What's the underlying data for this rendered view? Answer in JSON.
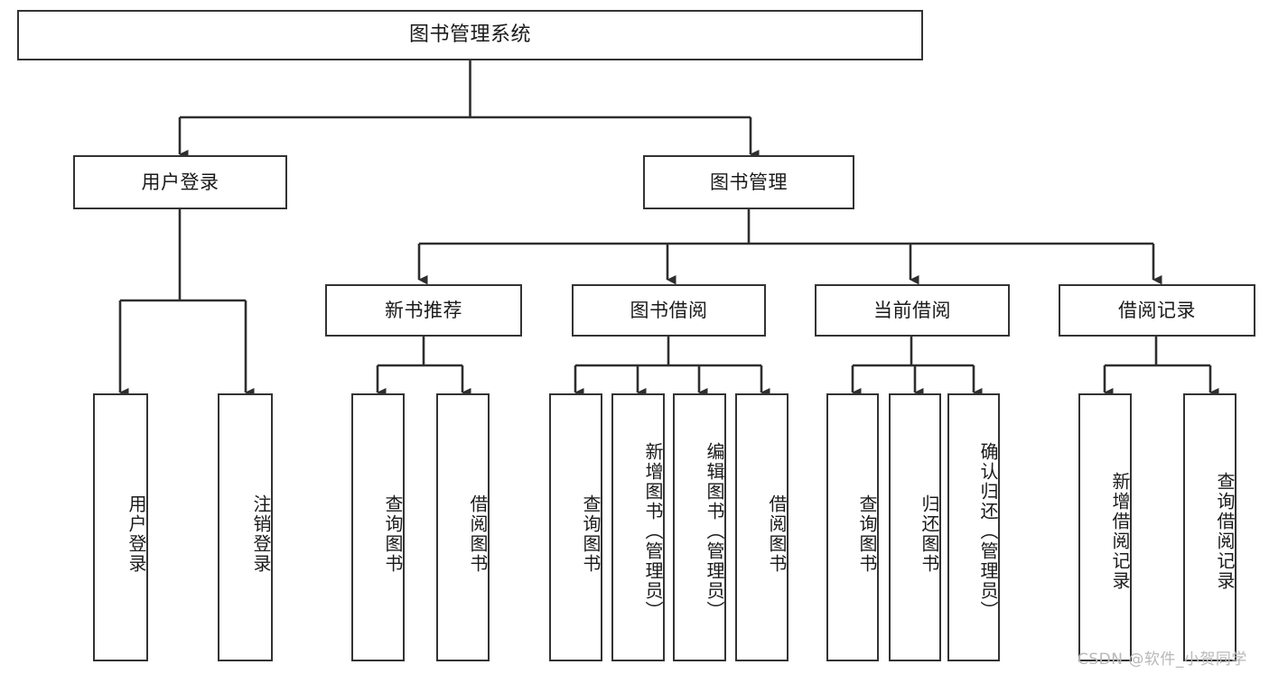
{
  "diagram": {
    "title": "图书管理系统",
    "watermark": "CSDN @软件_小贺同学",
    "line_color": "#333333",
    "box_fill": "#ffffff",
    "text_color": "#1a1a1a",
    "nodes": {
      "root": "图书管理系统",
      "user_login": "用户登录",
      "book_manage": "图书管理",
      "new_book_rec": "新书推荐",
      "book_borrow": "图书借阅",
      "current_borrow": "当前借阅",
      "borrow_record": "借阅记录",
      "leaf_user_login": "用户登录",
      "leaf_user_logout": "注销登录",
      "leaf_query_book_1": "查询图书",
      "leaf_borrow_book_1": "借阅图书",
      "leaf_query_book_2": "查询图书",
      "leaf_add_book_admin": "新增图书（管理员）",
      "leaf_edit_book_admin": "编辑图书（管理员）",
      "leaf_borrow_book_2": "借阅图书",
      "leaf_query_book_3": "查询图书",
      "leaf_return_book": "归还图书",
      "leaf_confirm_return_admin": "确认归还（管理员）",
      "leaf_add_borrow_record": "新增借阅记录",
      "leaf_query_borrow_record": "查询借阅记录"
    }
  }
}
